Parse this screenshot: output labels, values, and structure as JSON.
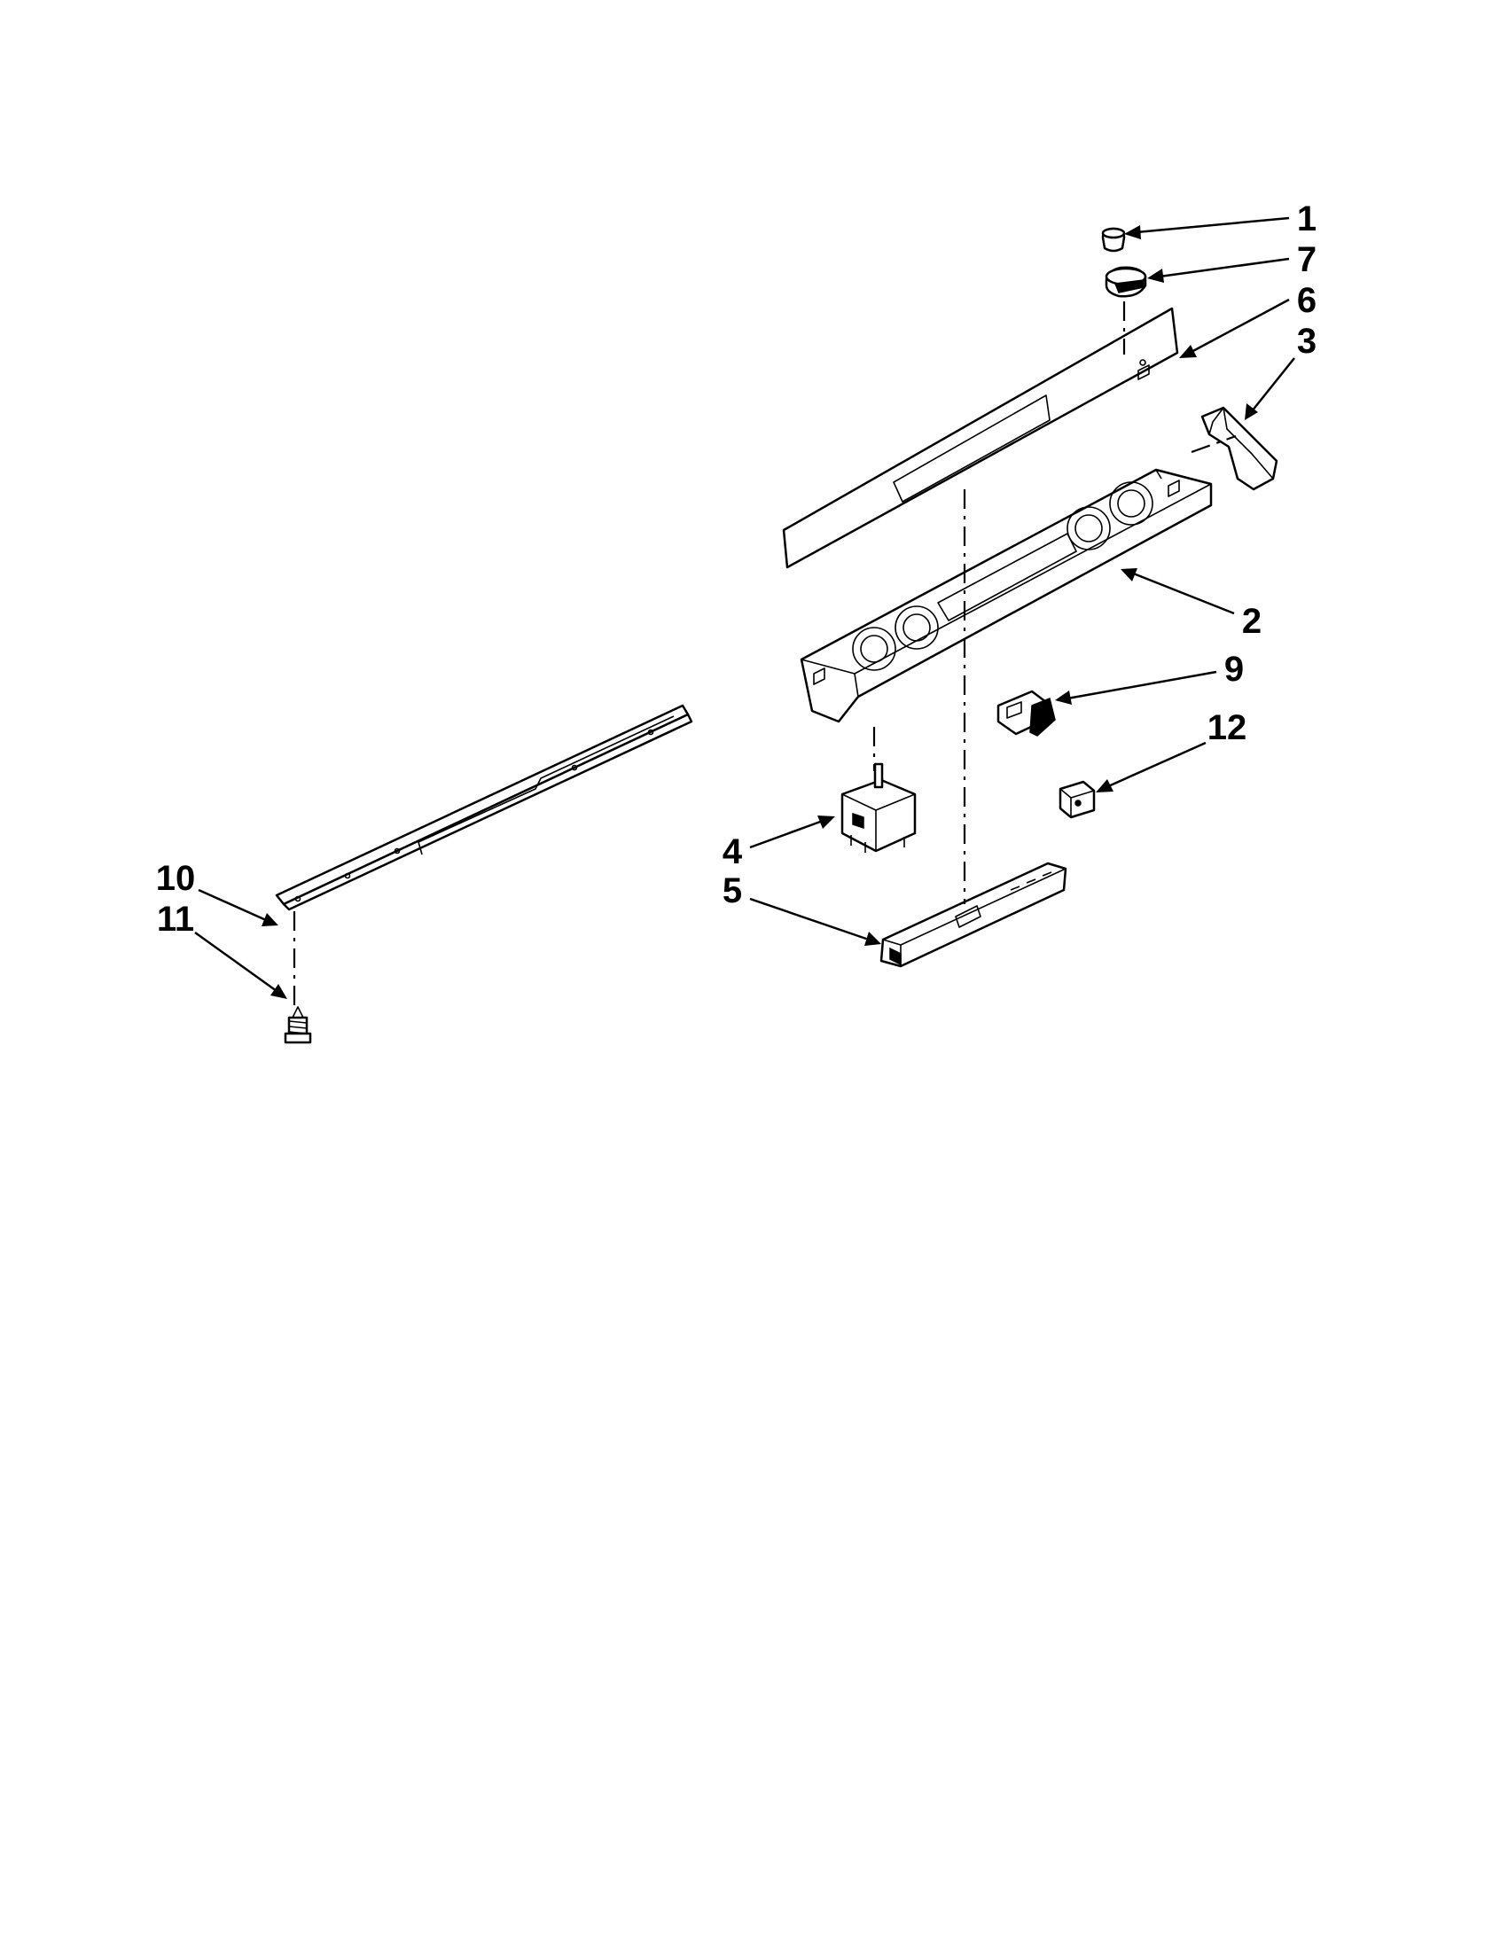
{
  "callouts": [
    {
      "id": "1",
      "part": "knob-cap"
    },
    {
      "id": "7",
      "part": "control-knob"
    },
    {
      "id": "6",
      "part": "control-panel-overlay"
    },
    {
      "id": "3",
      "part": "end-cap-bracket"
    },
    {
      "id": "2",
      "part": "control-panel-housing"
    },
    {
      "id": "9",
      "part": "rocker-switch"
    },
    {
      "id": "12",
      "part": "small-switch"
    },
    {
      "id": "4",
      "part": "infinite-switch"
    },
    {
      "id": "5",
      "part": "electronic-control-board"
    },
    {
      "id": "10",
      "part": "mounting-bracket"
    },
    {
      "id": "11",
      "part": "screw"
    }
  ]
}
